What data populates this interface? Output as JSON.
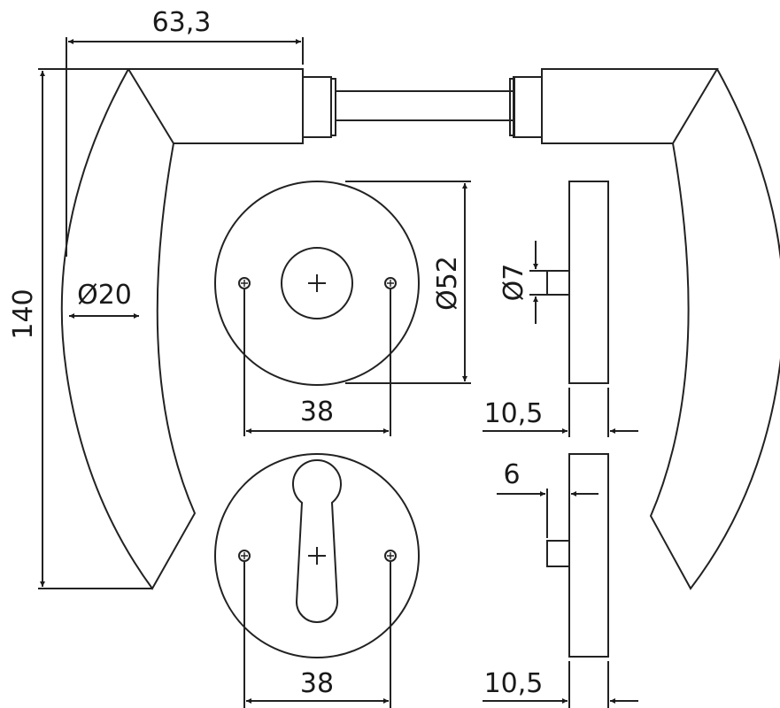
{
  "dimensions": {
    "handle_length": "63,3",
    "handle_height": "140",
    "handle_diameter": "Ø20",
    "rose_diameter": "Ø52",
    "screw_spacing_top": "38",
    "screw_spacing_bottom": "38",
    "pin_diameter": "Ø7",
    "rose_thickness_top": "10,5",
    "rose_thickness_bottom": "10,5",
    "cylinder_offset": "6"
  },
  "colors": {
    "line": "#222222",
    "background": "#ffffff"
  }
}
